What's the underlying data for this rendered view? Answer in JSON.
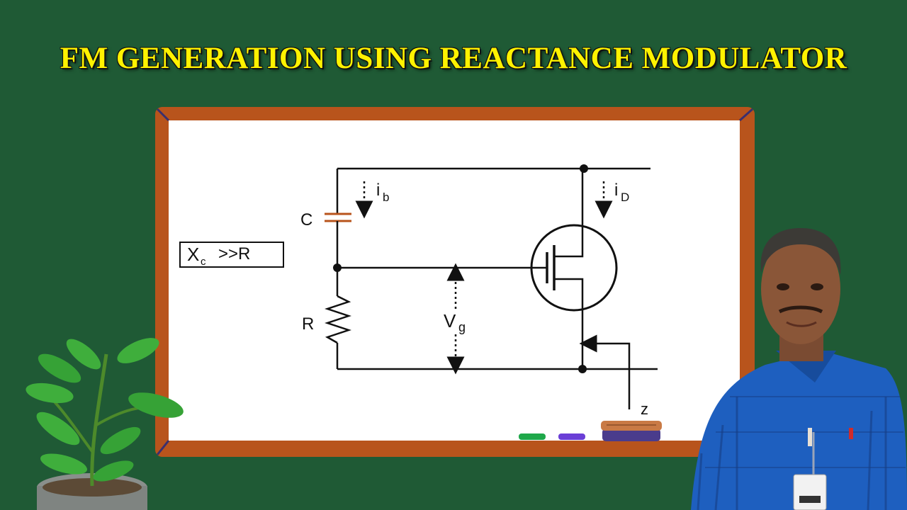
{
  "title": "FM GENERATION USING REACTANCE MODULATOR",
  "colors": {
    "background": "#1f5a35",
    "title": "#fff200",
    "frame": "#b8541c",
    "board": "#ffffff",
    "ink": "#111111",
    "shirt": "#1e5fbf"
  },
  "diagram": {
    "condition": {
      "x_symbol": "X",
      "x_subscript": "c",
      "relation": ">>R"
    },
    "labels": {
      "capacitor": "C",
      "resistor": "R",
      "current_b_main": "i",
      "current_b_sub": "b",
      "current_d_main": "i",
      "current_d_sub": "D",
      "voltage_main": "V",
      "voltage_sub": "g",
      "impedance": "z"
    }
  },
  "icons": [
    "plant-icon",
    "chalk-icon",
    "duster-icon",
    "fet-transistor-icon",
    "id-badge-icon"
  ]
}
